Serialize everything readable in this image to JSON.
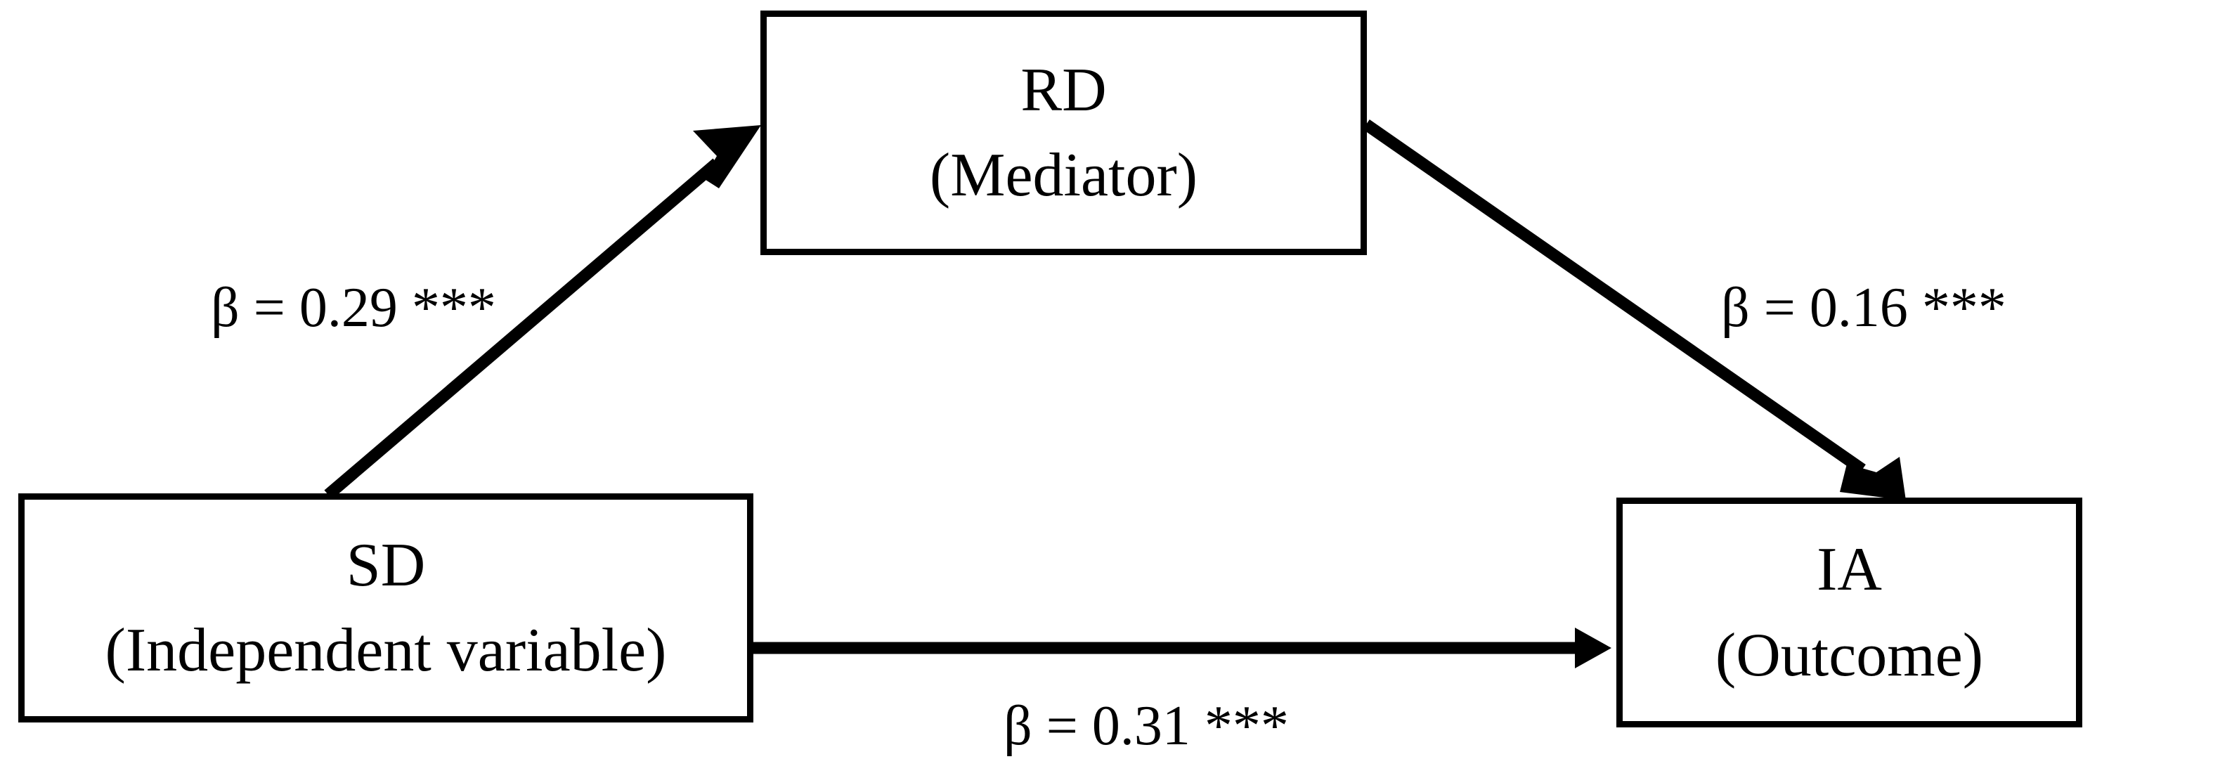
{
  "diagram": {
    "type": "mediation-model",
    "background_color": "#ffffff",
    "stroke_color": "#000000",
    "nodes": [
      {
        "id": "rd",
        "title": "RD",
        "subtitle": "(Mediator)",
        "role": "mediator"
      },
      {
        "id": "sd",
        "title": "SD",
        "subtitle": "(Independent variable)",
        "role": "independent-variable"
      },
      {
        "id": "ia",
        "title": "IA",
        "subtitle": "(Outcome)",
        "role": "outcome"
      }
    ],
    "edges": [
      {
        "id": "a-path",
        "from": "sd",
        "to": "rd",
        "label": "β = 0.29 ***",
        "coefficient": 0.29,
        "significance": "***"
      },
      {
        "id": "b-path",
        "from": "rd",
        "to": "ia",
        "label": "β = 0.16 ***",
        "coefficient": 0.16,
        "significance": "***"
      },
      {
        "id": "c-path",
        "from": "sd",
        "to": "ia",
        "label": "β = 0.31 ***",
        "coefficient": 0.31,
        "significance": "***"
      }
    ]
  },
  "chart_data": {
    "type": "diagram",
    "title": "",
    "nodes": [
      "RD (Mediator)",
      "SD (Independent variable)",
      "IA (Outcome)"
    ],
    "series": [
      {
        "name": "SD → RD",
        "values": [
          0.29
        ]
      },
      {
        "name": "RD → IA",
        "values": [
          0.16
        ]
      },
      {
        "name": "SD → IA",
        "values": [
          0.31
        ]
      }
    ],
    "categories": [
      "beta"
    ],
    "xlabel": "",
    "ylabel": ""
  }
}
